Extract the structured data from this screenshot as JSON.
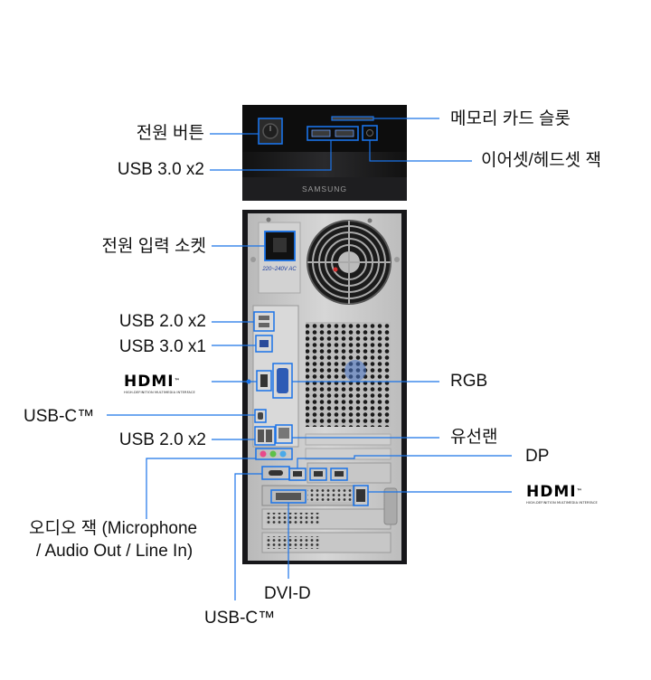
{
  "top_unit": {
    "brand": "SAMSUNG"
  },
  "psu_label": "220~240V AC",
  "labels": {
    "power_button": "전원 버튼",
    "usb30_x2": "USB 3.0 x2",
    "memory_card_slot": "메모리 카드 슬롯",
    "headset_jack": "이어셋/헤드셋 잭",
    "power_socket": "전원 입력 소켓",
    "usb20_x2_top": "USB 2.0 x2",
    "usb30_x1": "USB 3.0 x1",
    "rgb": "RGB",
    "usbc_left": "USB-C™",
    "usb20_x2_bottom": "USB 2.0 x2",
    "lan": "유선랜",
    "dp": "DP",
    "audio_line1": "오디오 잭 (Microphone",
    "audio_line2": "/ Audio Out / Line In)",
    "dvi_d": "DVI-D",
    "usbc_bottom": "USB-C™"
  },
  "hdmi_logo": {
    "word": "HDMI",
    "trademark": "™",
    "subtitle": "HIGH-DEFINITION MULTIMEDIA INTERFACE"
  },
  "colors": {
    "callout": "#1a73e8",
    "case": "#1c1c1e",
    "panel": "#c9c9c9"
  }
}
